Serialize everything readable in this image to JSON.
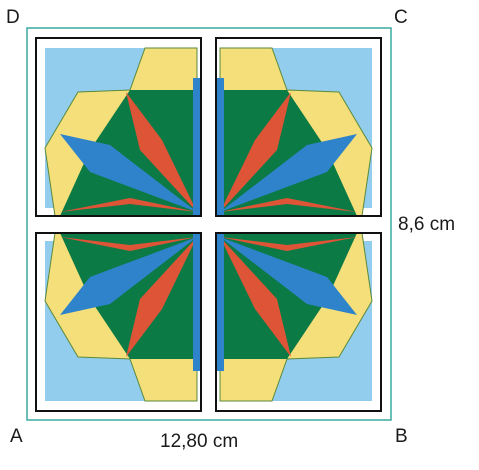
{
  "labels": {
    "corner_a": "A",
    "corner_b": "B",
    "corner_c": "C",
    "corner_d": "D",
    "height": "8,6 cm",
    "width": "12,80 cm"
  },
  "colors": {
    "frame": "#3aaaa0",
    "tile_border": "#111111",
    "sky_blue": "#93cdee",
    "yellow": "#f5df7a",
    "green": "#0b7a45",
    "blue": "#2e83cb",
    "red": "#de5437",
    "yellow_edge": "#5a8a3a"
  }
}
